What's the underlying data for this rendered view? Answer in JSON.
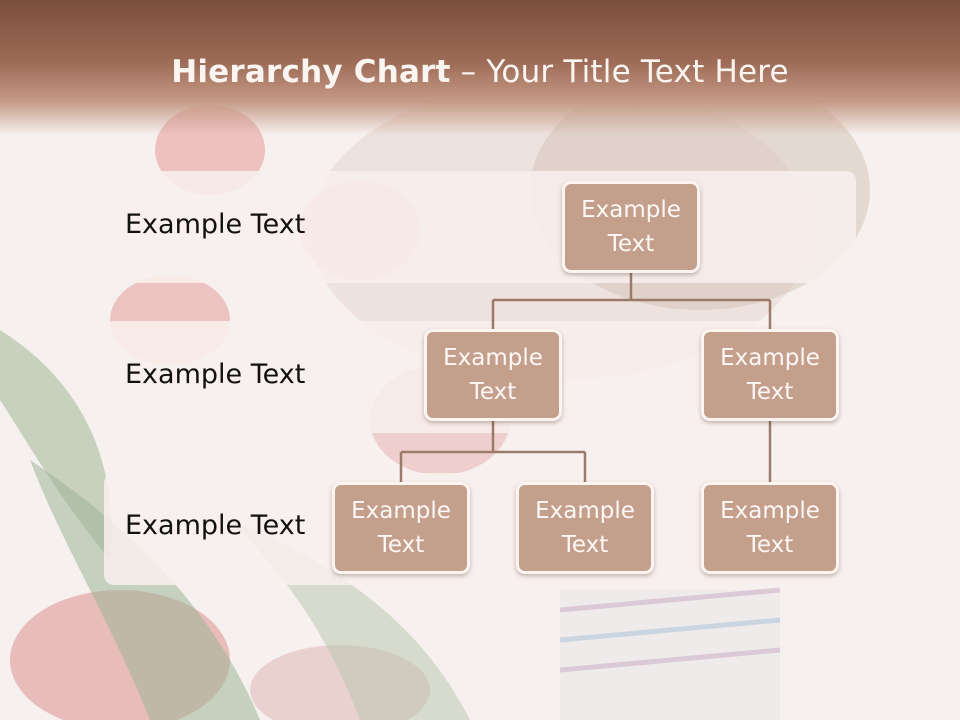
{
  "slide": {
    "title_bold": "Hierarchy Chart",
    "title_rest": " – Your Title Text Here"
  },
  "rows": [
    {
      "label": "Example Text"
    },
    {
      "label": "Example Text"
    },
    {
      "label": "Example Text"
    }
  ],
  "nodes": {
    "root": "Example Text",
    "level2_left": "Example Text",
    "level2_right": "Example Text",
    "level3_a": "Example Text",
    "level3_b": "Example Text",
    "level3_c": "Example Text"
  },
  "colors": {
    "title_band": "#7a4f3b",
    "node_fill": "#c4a08c",
    "connector": "#9c7a6a",
    "band_fill": "#f8f0ed"
  }
}
